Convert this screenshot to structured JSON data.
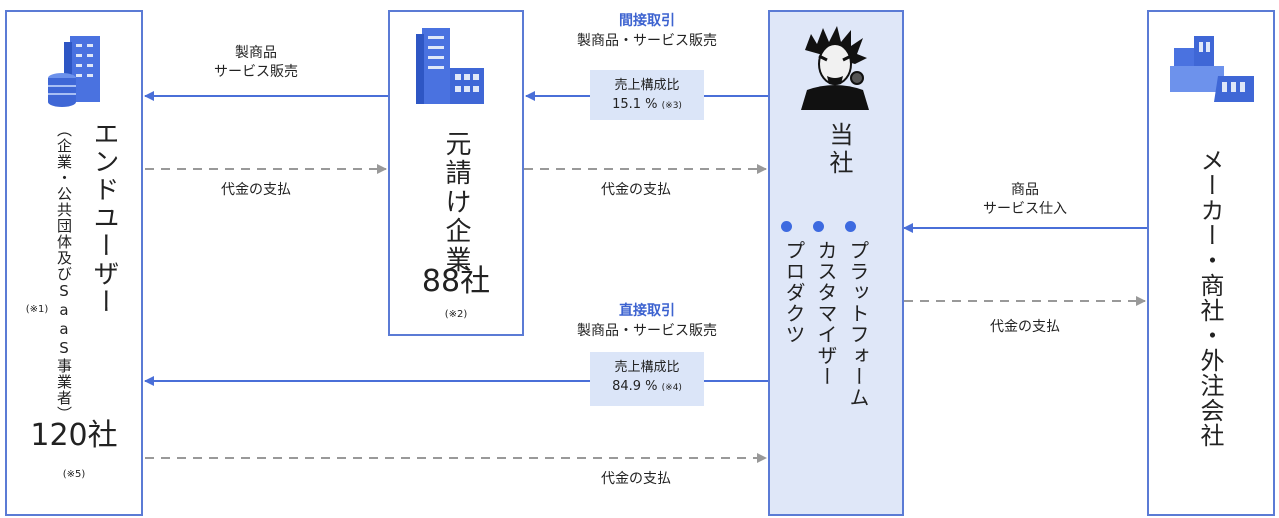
{
  "end_user": {
    "title": "エンドユーザー",
    "subtitle": "（企業・公共団体及びSaaS事業者）",
    "note": "(※1)",
    "count": "120社",
    "count_note": "(※5)"
  },
  "contractor": {
    "title": "元請け企業",
    "count": "88社",
    "count_note": "(※2)"
  },
  "company": {
    "title": "当社",
    "products": [
      "プラットフォーム",
      "カスタマイザー",
      "プロダクツ"
    ]
  },
  "maker": {
    "title": "メーカー・商社・外注会社"
  },
  "flows": {
    "contractor_to_enduser": "製商品\nサービス販売",
    "enduser_payment_to_contractor": "代金の支払",
    "indirect_title": "間接取引",
    "indirect_desc": "製商品・サービス販売",
    "indirect_ratio_label": "売上構成比",
    "indirect_ratio_value": "15.1 %",
    "indirect_ratio_note": "(※3)",
    "contractor_payment": "代金の支払",
    "maker_purchase": "商品\nサービス仕入",
    "maker_payment": "代金の支払",
    "direct_title": "直接取引",
    "direct_desc": "製商品・サービス販売",
    "direct_ratio_label": "売上構成比",
    "direct_ratio_value": "84.9 %",
    "direct_ratio_note": "(※4)",
    "enduser_payment_to_company": "代金の支払"
  },
  "colors": {
    "border": "#5b7bd5",
    "arrow": "#4a6fd8",
    "dashed": "#999999",
    "accent": "#3d63d0",
    "company_fill": "#dfe7f8"
  },
  "icons": [
    "enduser-building-icon",
    "contractor-building-icon",
    "ceo-portrait-icon",
    "factory-icon"
  ]
}
